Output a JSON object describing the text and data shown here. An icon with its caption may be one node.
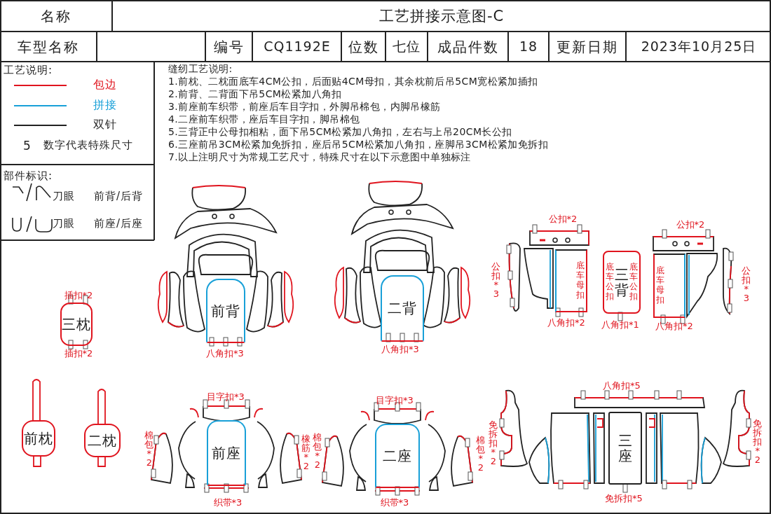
{
  "diagram": {
    "title": "工艺拼接示意图-C",
    "nodes": [
      {
        "text": [
          "三枕"
        ]
      },
      {
        "text": [
          "前背"
        ]
      },
      {
        "text": [
          "二背"
        ]
      },
      {
        "text": [
          "底车母扣"
        ]
      },
      {
        "text": [
          "底车公扣",
          "三背",
          "底车公扣"
        ]
      },
      {
        "text": [
          "底车母扣"
        ]
      },
      {
        "text": [
          "前枕"
        ]
      },
      {
        "text": [
          "二枕"
        ]
      },
      {
        "text": [
          "前座"
        ]
      },
      {
        "text": [
          "二座"
        ]
      },
      {
        "text": [
          "三座"
        ]
      }
    ],
    "labels": [
      "名称",
      "车型名称",
      "编号",
      "CQ1192E",
      "位数",
      "七位",
      "成品件数",
      "18",
      "更新日期",
      "2023年10月25日",
      "工艺说明:",
      "5",
      "数字代表特殊尺寸",
      "部件标识:",
      "刀眼",
      "前背/后背",
      "刀眼",
      "前座/后座",
      "缝纫工艺说明:",
      "1.前枕、二枕面底车4CM公扣，后面贴4CM母扣，其余枕前后吊5CM宽松紧加插扣",
      "2.前背、二背面下吊5CM松紧加八角扣",
      "3.前座前车织带，前座后车目字扣，外脚吊棉包，内脚吊橡筋",
      "4.二座前车织带，座后车目字扣，脚吊棉包",
      "5.三背正中公母扣相粘，面下吊5CM松紧加八角扣，左右与上吊20CM长公扣",
      "6.三座前吊3CM松紧加免拆扣，座后吊5CM松紧加八角扣，座脚吊3CM松紧加免拆扣",
      "7.以上注明尺寸为常规工艺尺寸，特殊尺寸在以下示意图中单独标注",
      "公扣*2",
      "公扣*2",
      "公扣*3",
      "公扣*3",
      "插扣*2",
      "八角扣*2",
      "八角扣*1",
      "八角扣*2",
      "插扣*2",
      "八角扣*3",
      "八角扣*3",
      "八角扣*5",
      "目字扣*3",
      "目字扣*3",
      "棉包*2",
      "橡筋*2",
      "棉包*2",
      "棉包*2",
      "免拆扣*2",
      "免拆扣*2",
      "免拆扣*5",
      "织带*3",
      "织带*3"
    ],
    "legend": [
      {
        "text": "包边"
      },
      {
        "text": "拼接"
      },
      {
        "text": "双针"
      }
    ]
  }
}
